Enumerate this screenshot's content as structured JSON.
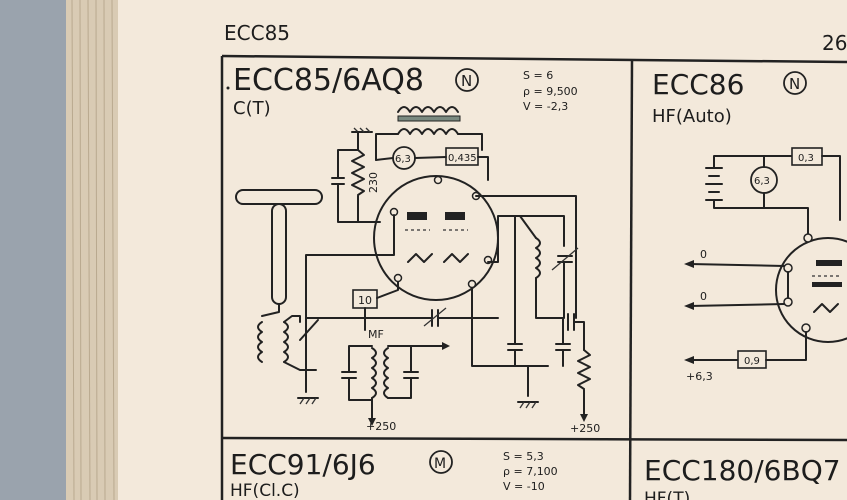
{
  "page": {
    "running_head": "ECC85",
    "page_number": "26"
  },
  "cells": [
    {
      "tube": "ECC85/6AQ8",
      "badge": "N",
      "function": "C(T)",
      "params": [
        "S = 6",
        "ρ = 9,500",
        "V = -2,3"
      ],
      "schematic_labels": {
        "heater": "6,3",
        "heater_resistor": "0,435",
        "grid_resistor": "230",
        "screen_box": "10",
        "if_label": "MF",
        "supply_left": "+250",
        "supply_right": "+250"
      }
    },
    {
      "tube": "ECC86",
      "badge": "N",
      "function": "HF(Auto)",
      "schematic_labels": {
        "heater": "6,3",
        "heater_resistor": "0,3",
        "input_top": "0",
        "input_mid": "0",
        "bottom_box": "0,9",
        "supply": "+6,3"
      }
    },
    {
      "tube": "ECC91/6J6",
      "badge": "M",
      "function": "HF(Cl.C)",
      "params": [
        "S = 5,3",
        "ρ = 7,100",
        "V = -10"
      ]
    },
    {
      "tube": "ECC180/6BQ7",
      "function": "HF(T)"
    }
  ]
}
